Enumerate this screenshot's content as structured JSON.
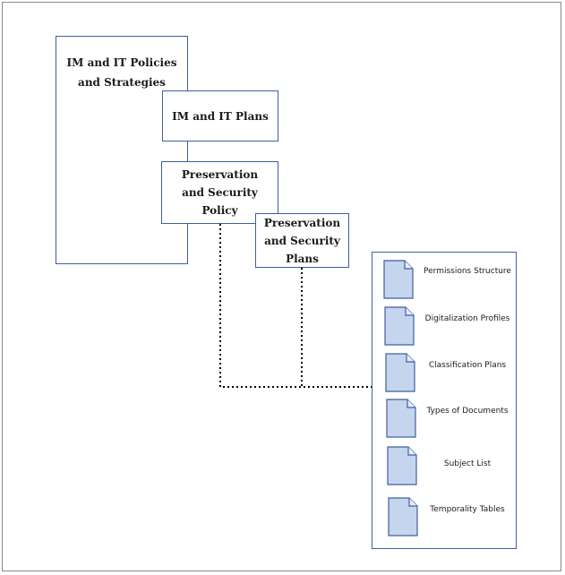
{
  "nodes": {
    "policies": "IM and IT Policies and Strategies",
    "it_plans": "IM and IT Plans",
    "preservation_policy": "Preservation and Security Policy",
    "preservation_plans": "Preservation and Security Plans"
  },
  "documents": [
    {
      "label": "Permissions Structure",
      "icon": "document-icon"
    },
    {
      "label": "Digitalization Profiles",
      "icon": "document-icon"
    },
    {
      "label": "Classification Plans",
      "icon": "document-icon"
    },
    {
      "label": "Types of Documents",
      "icon": "document-icon"
    },
    {
      "label": "Subject List",
      "icon": "document-icon"
    },
    {
      "label": "Temporality Tables",
      "icon": "document-icon"
    }
  ],
  "colors": {
    "box_border": "#3f5f9f",
    "doc_fill": "#c5d5ee",
    "doc_border": "#3f5f9f",
    "connector": "#000000"
  }
}
